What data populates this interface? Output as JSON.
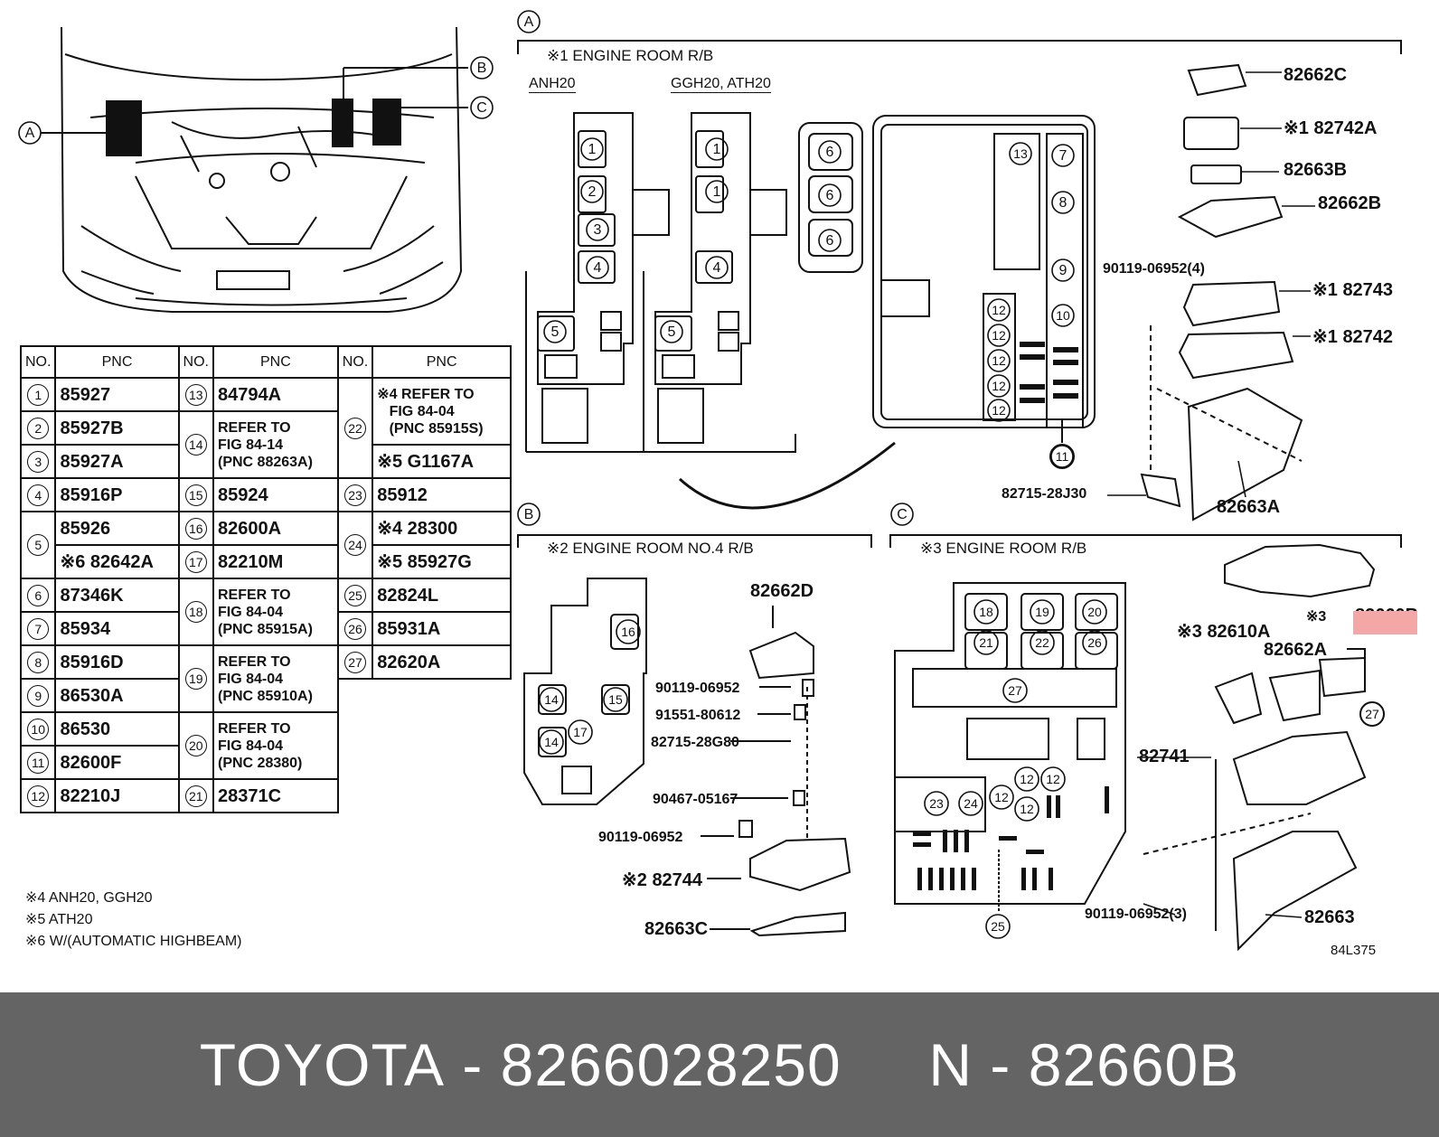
{
  "sections": {
    "a": {
      "letter": "A",
      "title": "※1 ENGINE ROOM R/B",
      "model_left": "ANH20",
      "model_right": "GGH20, ATH20"
    },
    "b": {
      "letter": "B",
      "title": "※2 ENGINE ROOM NO.4 R/B"
    },
    "c": {
      "letter": "C",
      "title": "※3 ENGINE ROOM R/B"
    }
  },
  "part_labels": {
    "a": [
      "82662C",
      "※1 82742A",
      "82663B",
      "82662B",
      "90119-06952(4)",
      "※1 82743",
      "※1 82742",
      "82715-28J30",
      "82663A"
    ],
    "b": [
      "82662D",
      "90119-06952",
      "91551-80612",
      "82715-28G80",
      "90467-05167",
      "90119-06952",
      "※2 82744",
      "82663C"
    ],
    "c": [
      "※3 82610A",
      "82662A",
      "※3",
      "82660B",
      "82741",
      "90119-06952(3)",
      "82663"
    ]
  },
  "figure_code": "84L375",
  "table": {
    "headers": [
      "NO.",
      "PNC"
    ],
    "col1": [
      {
        "no": "1",
        "pnc": [
          "85927"
        ]
      },
      {
        "no": "2",
        "pnc": [
          "85927B"
        ]
      },
      {
        "no": "3",
        "pnc": [
          "85927A"
        ]
      },
      {
        "no": "4",
        "pnc": [
          "85916P"
        ]
      },
      {
        "no": "5",
        "pnc": [
          "85926",
          "※6 82642A"
        ]
      },
      {
        "no": "6",
        "pnc": [
          "87346K"
        ]
      },
      {
        "no": "7",
        "pnc": [
          "85934"
        ]
      },
      {
        "no": "8",
        "pnc": [
          "85916D"
        ]
      },
      {
        "no": "9",
        "pnc": [
          "86530A"
        ]
      },
      {
        "no": "10",
        "pnc": [
          "86530"
        ]
      },
      {
        "no": "11",
        "pnc": [
          "82600F"
        ]
      },
      {
        "no": "12",
        "pnc": [
          "82210J"
        ]
      }
    ],
    "col2": [
      {
        "no": "13",
        "pnc": [
          "84794A"
        ]
      },
      {
        "no": "14",
        "pnc": [
          "REFER TO",
          "FIG 84-14",
          "(PNC 88263A)"
        ]
      },
      {
        "no": "15",
        "pnc": [
          "85924"
        ]
      },
      {
        "no": "16",
        "pnc": [
          "82600A"
        ]
      },
      {
        "no": "17",
        "pnc": [
          "82210M"
        ]
      },
      {
        "no": "18",
        "pnc": [
          "REFER TO",
          "FIG 84-04",
          "(PNC 85915A)"
        ]
      },
      {
        "no": "19",
        "pnc": [
          "REFER TO",
          "FIG 84-04",
          "(PNC 85910A)"
        ]
      },
      {
        "no": "20",
        "pnc": [
          "REFER TO",
          "FIG 84-04",
          "(PNC 28380)"
        ]
      },
      {
        "no": "21",
        "pnc": [
          "28371C"
        ]
      }
    ],
    "col3": [
      {
        "no": "22",
        "pnc": [
          "※4 REFER TO",
          "FIG 84-04",
          "(PNC 85915S)",
          "※5 G1167A"
        ]
      },
      {
        "no": "23",
        "pnc": [
          "85912"
        ]
      },
      {
        "no": "24",
        "pnc": [
          "※4 28300",
          "※5 85927G"
        ]
      },
      {
        "no": "25",
        "pnc": [
          "82824L"
        ]
      },
      {
        "no": "26",
        "pnc": [
          "85931A"
        ]
      },
      {
        "no": "27",
        "pnc": [
          "82620A"
        ]
      }
    ]
  },
  "footnotes": [
    "※4 ANH20, GGH20",
    "※5 ATH20",
    "※6 W/(AUTOMATIC HIGHBEAM)"
  ],
  "footer": {
    "brand": "TOYOTA",
    "sep1": "-",
    "part_number": "8266028250",
    "suffix": "N",
    "sep2": "-",
    "pnc": "82660B"
  },
  "highlight_color": "#f3a7a7",
  "footer_color": "#646464"
}
